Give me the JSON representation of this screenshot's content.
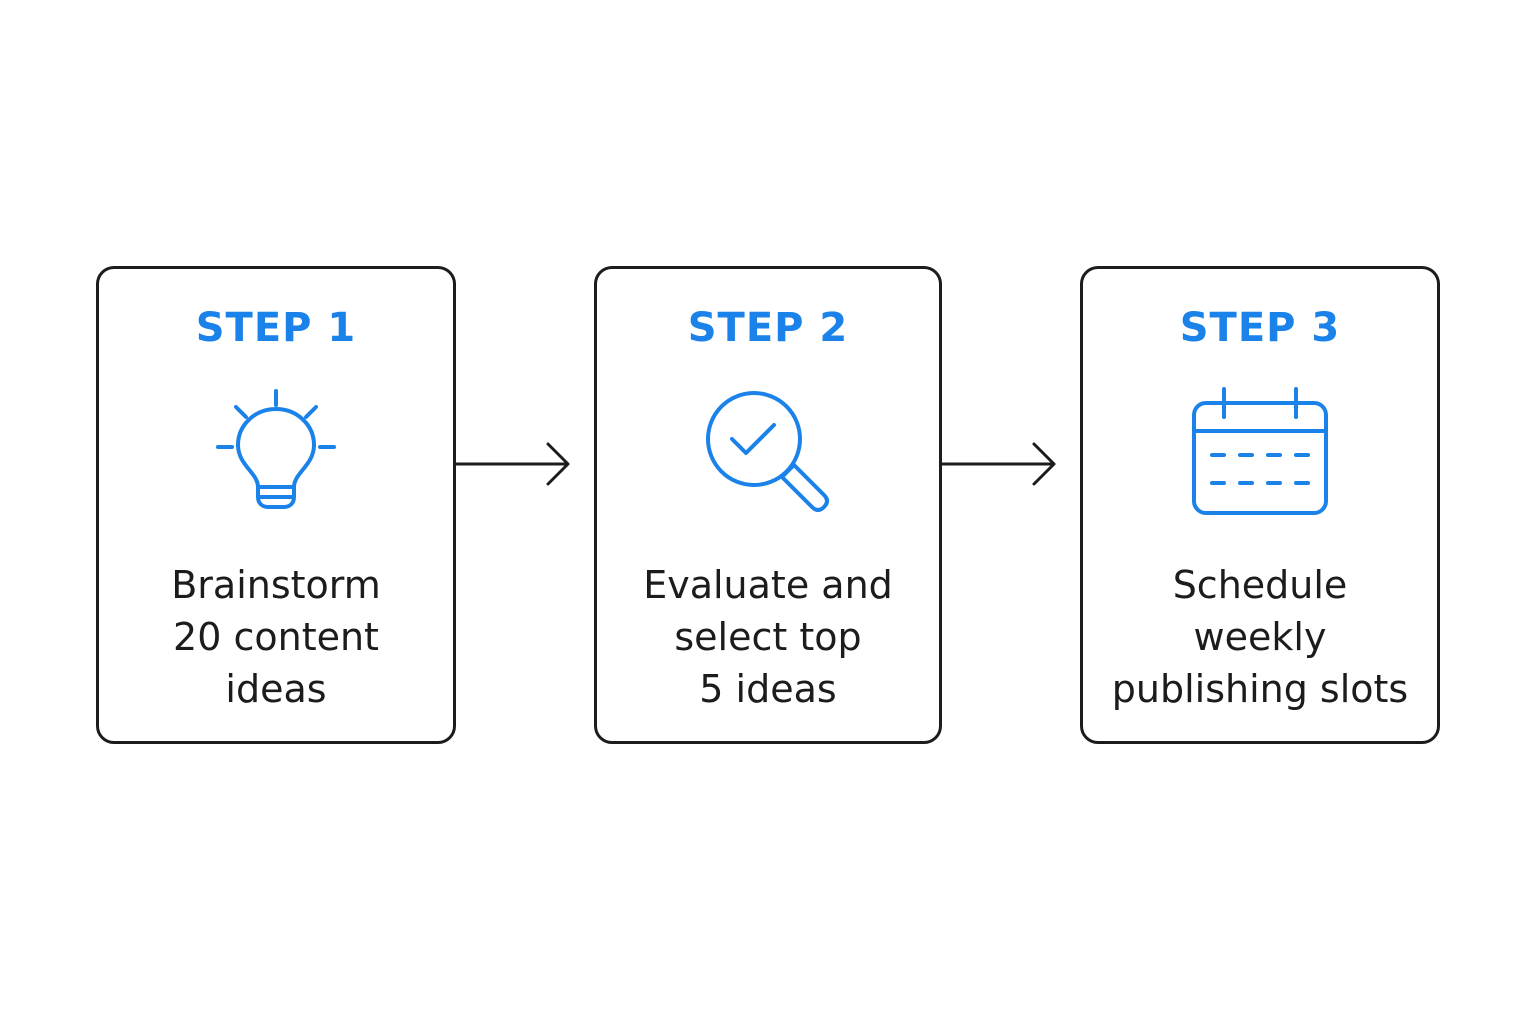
{
  "colors": {
    "accent": "#1a82e8",
    "border": "#1c1c1c",
    "text": "#1c1c1c"
  },
  "steps": [
    {
      "label": "STEP 1",
      "icon": "lightbulb-icon",
      "description": "Brainstorm\n20 content\nideas"
    },
    {
      "label": "STEP 2",
      "icon": "magnifier-check-icon",
      "description": "Evaluate and\nselect top\n5 ideas"
    },
    {
      "label": "STEP 3",
      "icon": "calendar-icon",
      "description": "Schedule\nweekly\npublishing slots"
    }
  ],
  "connectors": [
    {
      "icon": "arrow-right-icon"
    },
    {
      "icon": "arrow-right-icon"
    }
  ]
}
